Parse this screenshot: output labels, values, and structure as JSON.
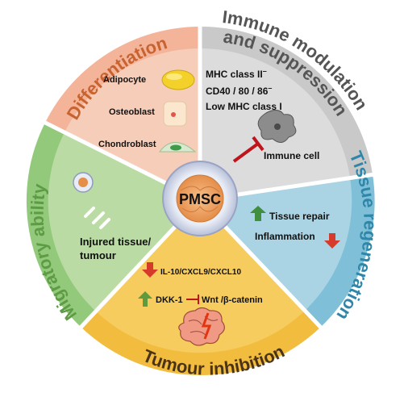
{
  "center": {
    "label": "PMSC"
  },
  "sectors": {
    "differentiation": {
      "title": "Differentiation",
      "items": [
        "Adipocyte",
        "Osteoblast",
        "Chondroblast"
      ]
    },
    "immune": {
      "title_line1": "Immune modulation",
      "title_line2": "and suppression",
      "mhc2": "MHC class II",
      "cd": "CD40 / 80 / 86",
      "superscript": "–",
      "mhc1": "Low MHC class I",
      "cell": "Immune cell"
    },
    "tissue": {
      "title": "Tissue regeneration",
      "repair": "Tissue repair",
      "inflammation": "Inflammation"
    },
    "tumour": {
      "title": "Tumour inhibition",
      "il10": "IL-10/CXCL9/CXCL10",
      "dkk": "DKK-1",
      "wnt": "Wnt /β-catenin"
    },
    "migratory": {
      "title": "Migratory ability",
      "injured_line1": "Injured tissue/",
      "injured_line2": "tumour"
    }
  },
  "colors": {
    "differentiation": "#f6cdb9",
    "immune": "#d9d9d9",
    "tissue": "#a9d3e3",
    "tumour": "#f6c95a",
    "migratory": "#b7dba0",
    "differentiation_ring": "#f3b49a",
    "immune_ring": "#bdbdbd",
    "tissue_ring": "#7fc0d8",
    "tumour_ring": "#f2bd3e",
    "migratory_ring": "#93c97b",
    "title_differentiation": "#c8632f",
    "title_immune": "#555555",
    "title_tissue": "#2f86a8",
    "title_tumour": "#5a3e20",
    "title_migratory": "#5d9c45",
    "arrow_up": "#3f8f3f",
    "arrow_down": "#d63a2a",
    "inhibit": "#c0141c"
  }
}
